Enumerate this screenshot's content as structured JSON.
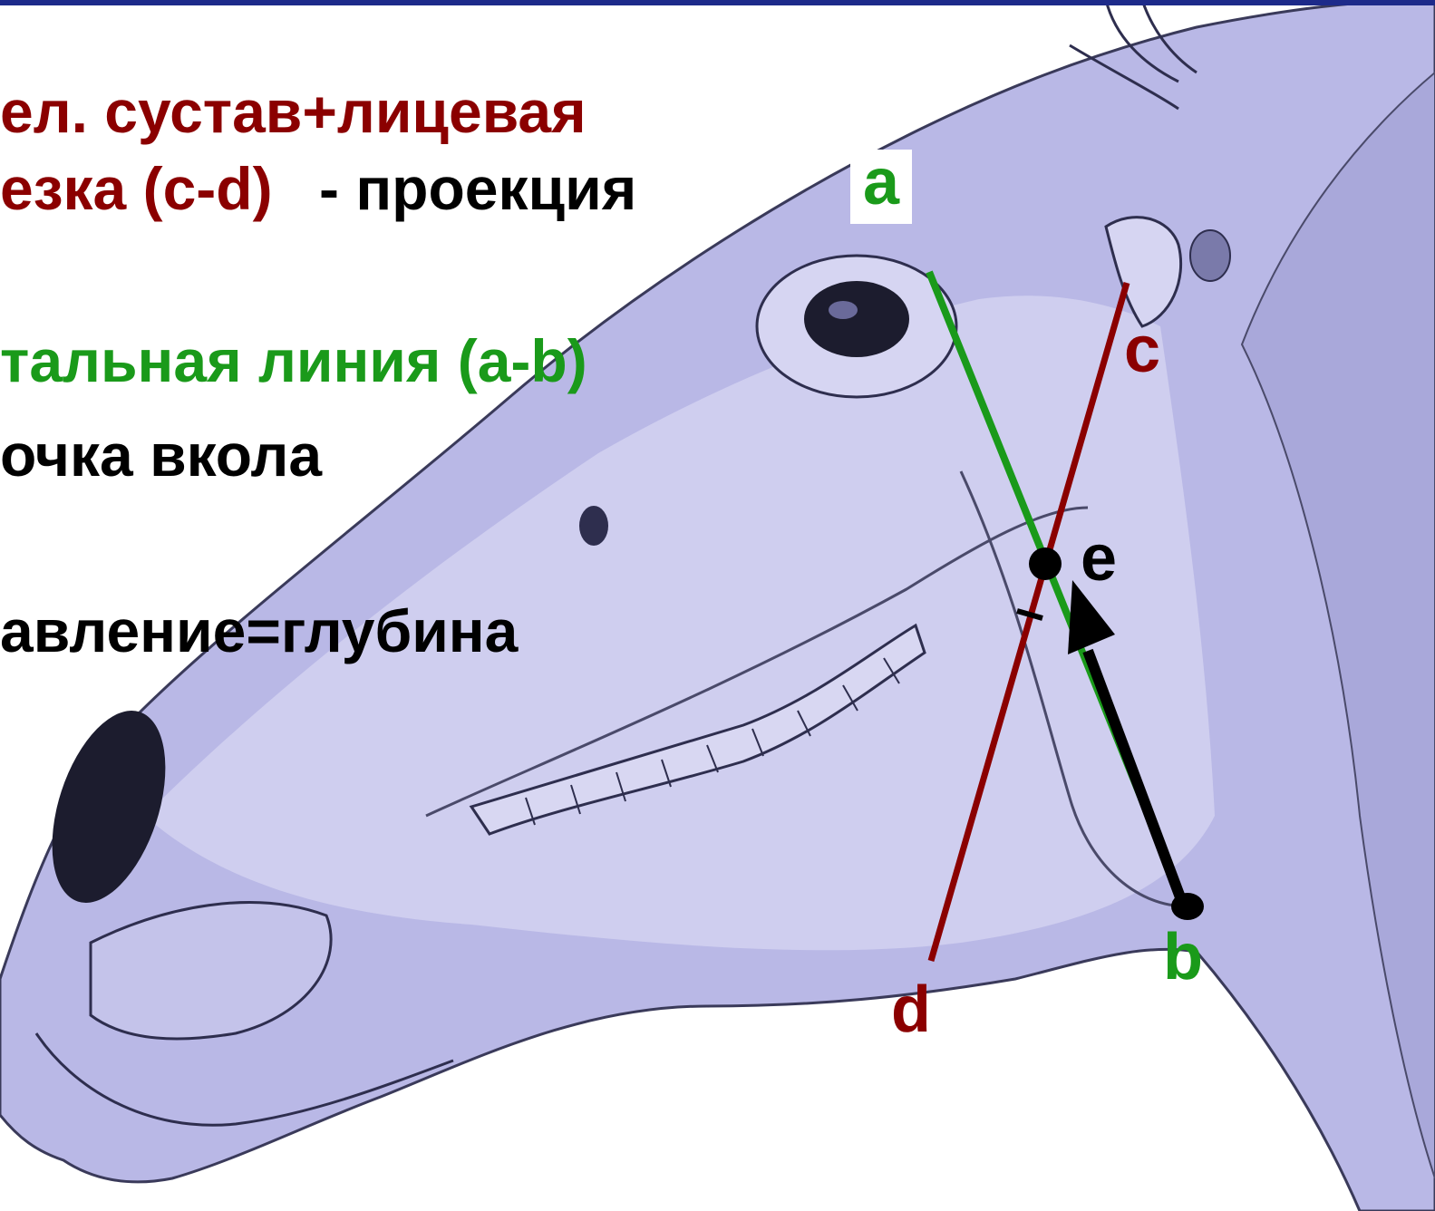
{
  "text": {
    "line1": "ел. сустав+лицевая",
    "line2_red": "езка (c-d)",
    "line2_black": "- проекция",
    "line3": "тальная линия   (a-b)",
    "line4": "очка вкола",
    "line5": "авление=глубина"
  },
  "labels": {
    "a": "a",
    "b": "b",
    "c": "c",
    "d": "d",
    "e": "e"
  },
  "colors": {
    "green_line": "#1a9a1a",
    "red_line": "#8b0000",
    "arrow": "#000000",
    "background_tint": "#b9b8e6"
  }
}
